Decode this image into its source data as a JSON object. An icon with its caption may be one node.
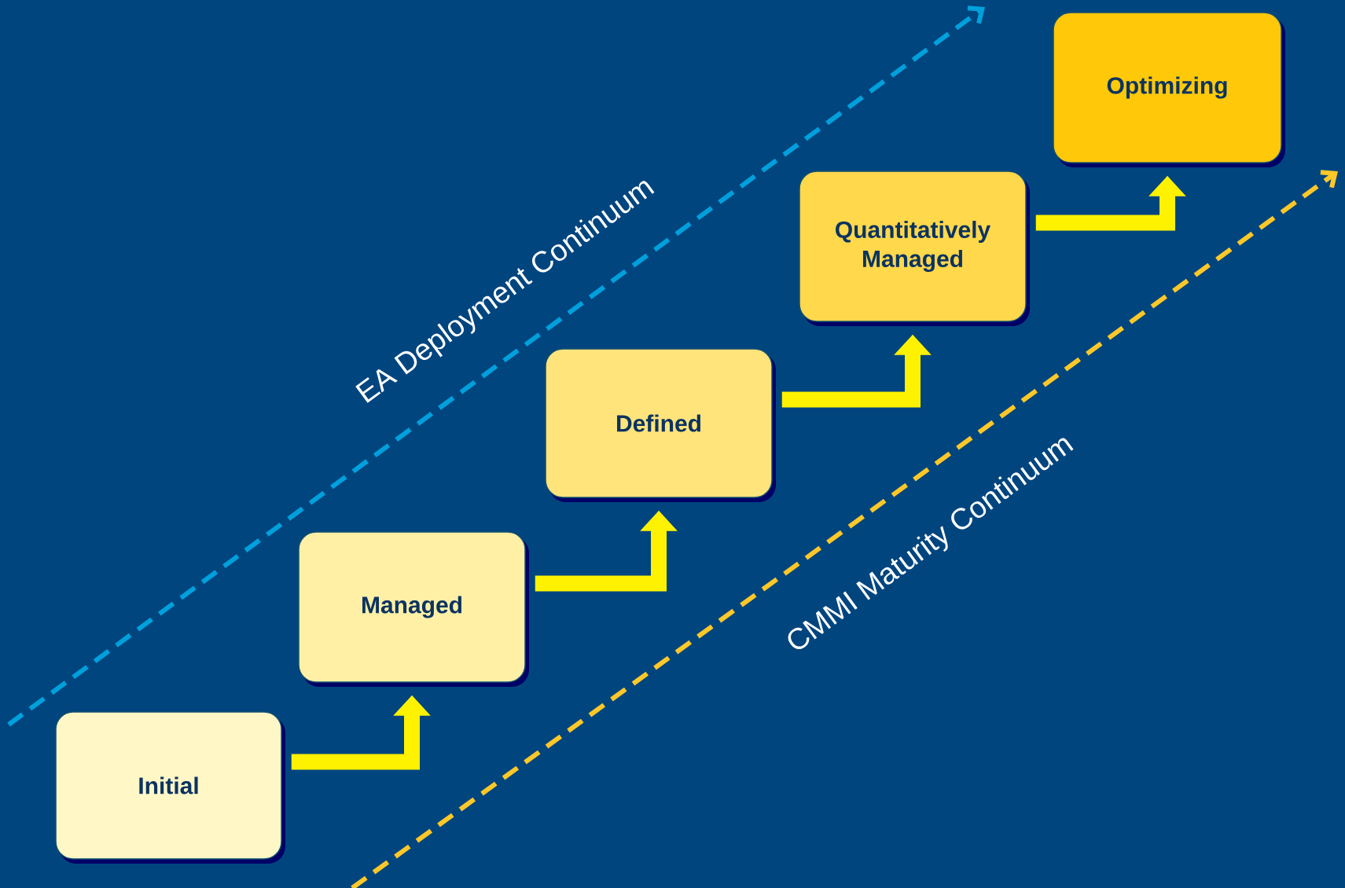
{
  "diagram": {
    "nodes": [
      {
        "text": [
          "Initial"
        ]
      },
      {
        "text": [
          "Managed"
        ]
      },
      {
        "text": [
          "Defined"
        ]
      },
      {
        "text": [
          "Quantitatively Managed"
        ]
      },
      {
        "text": [
          "Optimizing"
        ]
      }
    ],
    "edges": [
      {
        "from": 0,
        "to": 1,
        "arrow": "to"
      },
      {
        "from": 1,
        "to": 2,
        "arrow": "to"
      },
      {
        "from": 2,
        "to": 3,
        "arrow": "to"
      },
      {
        "from": 3,
        "to": 4,
        "arrow": "to"
      }
    ],
    "labels": [
      "EA Deployment Continuum",
      "CMMI Maturity Continuum"
    ]
  }
}
